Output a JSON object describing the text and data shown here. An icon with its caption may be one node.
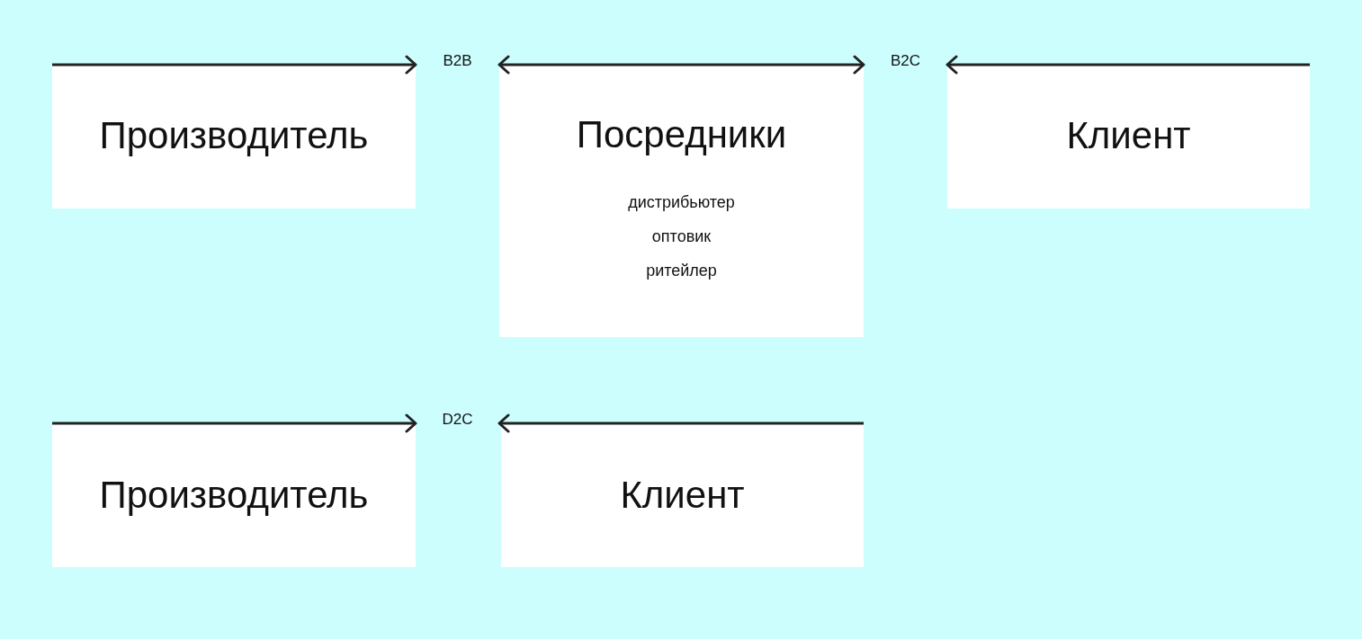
{
  "diagram": {
    "nodes": [
      {
        "text": [
          "Производитель"
        ]
      },
      {
        "text": [
          "B2B"
        ]
      },
      {
        "text": [
          "Посредники",
          "дистрибьютер",
          "оптовик",
          "ритейлер"
        ]
      },
      {
        "text": [
          "B2C"
        ]
      },
      {
        "text": [
          "Клиент"
        ]
      },
      {
        "text": [
          "Производитель"
        ]
      },
      {
        "text": [
          "D2C"
        ]
      },
      {
        "text": [
          "Клиент"
        ]
      }
    ],
    "edges": [
      {
        "from": 0,
        "to": 1,
        "arrow": "to"
      },
      {
        "from": 1,
        "to": 3,
        "arrow": "both"
      },
      {
        "from": 4,
        "to": 3,
        "arrow": "to"
      },
      {
        "from": 5,
        "to": 6,
        "arrow": "to"
      },
      {
        "from": 7,
        "to": 6,
        "arrow": "to"
      }
    ]
  }
}
